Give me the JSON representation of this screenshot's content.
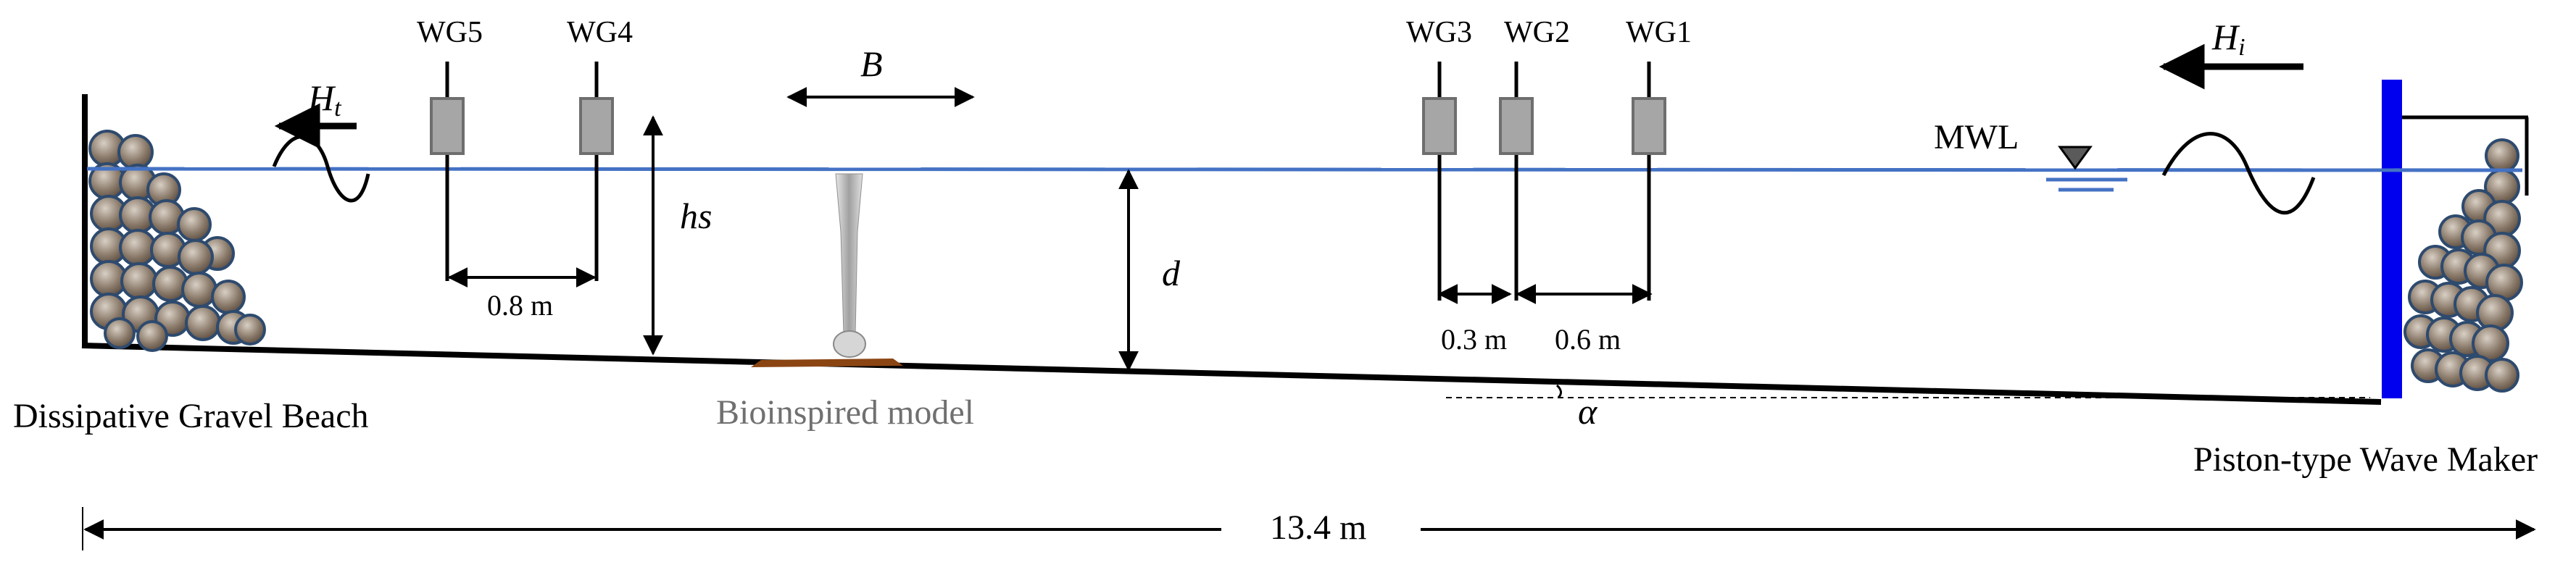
{
  "probes": [
    "WG5",
    "WG4",
    "WG3",
    "WG2",
    "WG1"
  ],
  "symbols": {
    "transmitted_wave": "H",
    "transmitted_sub": "t",
    "incident_wave": "H",
    "incident_sub": "i",
    "width": "B",
    "model_height": "hs",
    "depth": "d",
    "slope": "α"
  },
  "dimensions": {
    "wg5_wg4": "0.8 m",
    "wg3_wg2": "0.3 m",
    "wg2_wg1": "0.6 m",
    "flume_length": "13.4 m"
  },
  "labels": {
    "water_level": "MWL",
    "beach": "Dissipative Gravel Beach",
    "model": "Bioinspired model",
    "wave_maker": "Piston-type Wave Maker"
  },
  "colors": {
    "water_line": "#4472c4",
    "wave_maker_paddle": "#0000ee",
    "probe_fill": "#a6a6a6",
    "model_base": "#8b4513",
    "model_body": "#c8c8c8",
    "gravel_fill": "#8a7a6a",
    "gravel_edge": "#2e4a6e"
  }
}
